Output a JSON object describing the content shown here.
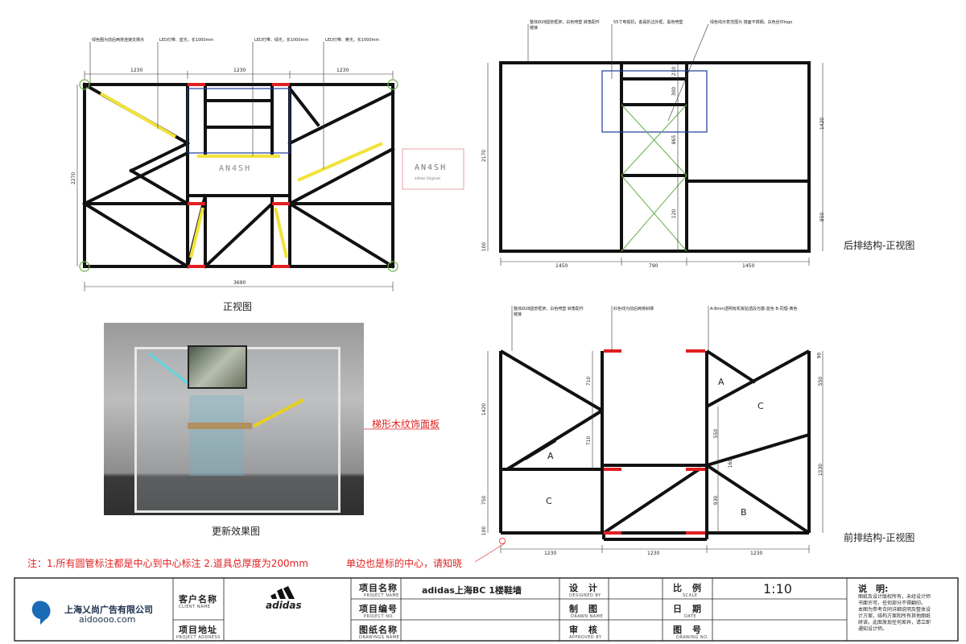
{
  "drawings": {
    "front_view_label": "正视图",
    "render_label": "更新效果图",
    "back_view_label": "后排结构-正视图",
    "front_row_label": "前排结构-正视图",
    "render_callout": "梯形木纹饰面板",
    "bottom_note": "注：1.所有圆管标注都是中心到中心标注 2.道具总厚度为200mm",
    "edge_note": "单边也是标的中心，请知晓",
    "logo_text": "AN4SH",
    "logo_subtext": "adidas Originals",
    "front_annotations": [
      "绿色圈为前后两排连接支撑点",
      "LED灯带、蓝光，长1000mm",
      "LED灯带、绿光，长1000mm",
      "LED灯带、黄光，长1000mm"
    ],
    "back_annotations": [
      "整体Ø28圆管框架，白色喷塑 转角配件链接",
      "55寸电视机，金属折边外框，黑色喷塑",
      "绿色线示意范围为 镜面不锈钢，白色丝印logo"
    ],
    "front_row_annotations": [
      "整体Ø28圆管框架，白色喷塑 转角配件链接",
      "红色线为前后两排斜撑",
      "A-8mm透明有机板贴透段光膜-蓝色 B-同理-黄色"
    ],
    "panel_letters": [
      "A",
      "C",
      "A",
      "C",
      "B"
    ],
    "dims_front": {
      "top": [
        "1230",
        "1230",
        "1230"
      ],
      "total": "3690",
      "height": "2270"
    },
    "dims_back": {
      "bottom": [
        "1450",
        "790",
        "1450"
      ],
      "left": [
        "2170",
        "100"
      ],
      "right": [
        "1420",
        "850"
      ],
      "center": [
        "210",
        "300",
        "865",
        "120"
      ]
    },
    "dims_front_row": {
      "bottom": [
        "1230",
        "1230",
        "1230"
      ],
      "left": [
        "1420",
        "750",
        "100"
      ],
      "mid": [
        "710",
        "710"
      ],
      "right": [
        "90",
        "550",
        "1530"
      ],
      "center": [
        "550",
        "160",
        "930"
      ]
    }
  },
  "title_block": {
    "company_name": "上海乂尚广告有限公司",
    "company_url": "aidoooo.com",
    "client_label_cn": "客户名称",
    "client_label_en": "CLIENT NAME",
    "address_label_cn": "项目地址",
    "address_label_en": "PROJECT ADDRESS",
    "client_brand": "adidas",
    "project_name_label_cn": "项目名称",
    "project_name_label_en": "PROJECT NAME",
    "project_name": "adidas上海BC 1楼鞋墙",
    "project_no_label_cn": "项目编号",
    "project_no_label_en": "PROJECT NO.",
    "drawings_name_label_cn": "图纸名称",
    "drawings_name_label_en": "DRAWINGS NAME",
    "designed_label_cn": "设　计",
    "designed_label_en": "DESIGNED BY",
    "drawn_label_cn": "制　图",
    "drawn_label_en": "DRAWN NAME",
    "approved_label_cn": "审　核",
    "approved_label_en": "APPROVED BY",
    "scale_label_cn": "比　例",
    "scale_label_en": "SCALE",
    "scale_value": "1:10",
    "date_label_cn": "日　期",
    "date_label_en": "DATE",
    "drawing_no_label_cn": "图　号",
    "drawing_no_label_en": "DRAWING NO.",
    "notes_title": "说　明:",
    "notes_lines": [
      "图纸及设计版权所有，未经设计师",
      "书面许可，任何部分不得翻印。",
      "本图为参考合同详细说明及整体设",
      "计方案，结构方案和所有其他图纸",
      "研读。此图发现任何差异，请立即",
      "通知设计师。"
    ]
  },
  "colors": {
    "frame": "#111111",
    "red": "#e02020",
    "yellow": "#f1e33a",
    "blue": "#1d3b9a",
    "green": "#6ab04c",
    "pink": "#e8a0a8"
  }
}
